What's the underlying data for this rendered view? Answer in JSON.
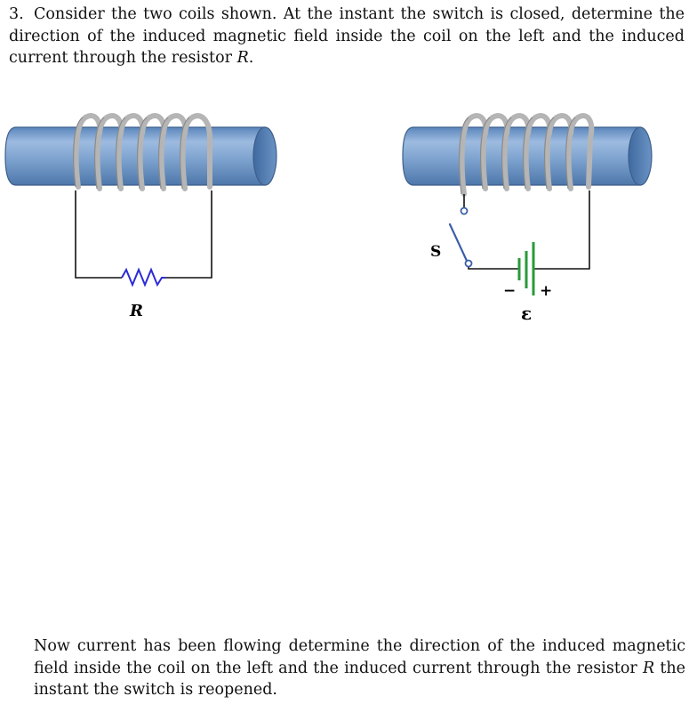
{
  "question": {
    "number": "3.",
    "part1_before_R": "Consider the two coils shown. At the instant the switch is closed, determine the direction of the induced magnetic field inside the coil on the left and the induced current through the resistor",
    "part1_symbol": "R",
    "part1_end": ".",
    "part2_before_R": "Now current has been flowing determine the direction of the induced magnetic field inside the coil on the left and the induced current through the resistor",
    "part2_symbol": "R",
    "part2_after_R": "the instant the switch is reopened."
  },
  "figure": {
    "resistor_label": "R",
    "switch_label": "S",
    "emf_label": "ε",
    "minus_sign": "−",
    "plus_sign": "+"
  },
  "colors": {
    "cylinder": "#7aa0cd",
    "cylinder_end": "#4f7cb3",
    "coil": "#a8a8a8",
    "resistor": "#2b2bd6",
    "switch": "#3a5fa8",
    "battery": "#2a9a3a",
    "wire": "#111111"
  }
}
